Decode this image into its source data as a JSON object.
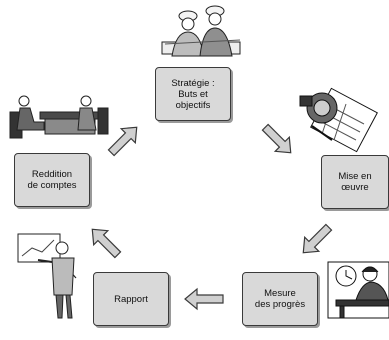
{
  "steps": {
    "strategie": "Stratégie :\nButs et\nobjectifs",
    "mise_en_oeuvre": "Mise en\nœuvre",
    "mesure": "Mesure\ndes progrès",
    "rapport": "Rapport",
    "reddition": "Reddition\nde comptes"
  },
  "illustrations": [
    "engineers-icon",
    "meeting-icon",
    "robot-machine-icon",
    "presenter-icon",
    "worker-desk-icon"
  ],
  "colors": {
    "box_fill": "#d9d9d9",
    "arrow_fill": "#d0d0d0",
    "outline": "#3a3a3a"
  }
}
